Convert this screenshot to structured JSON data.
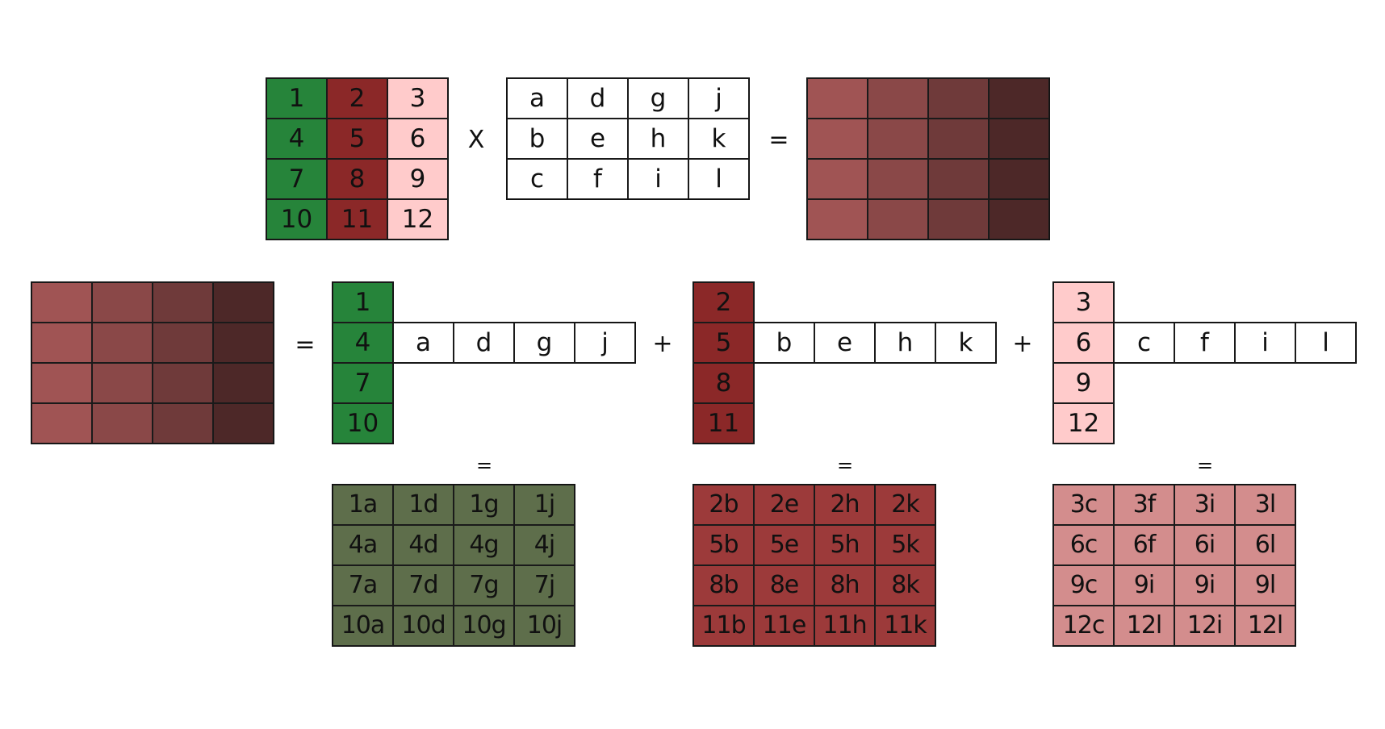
{
  "colors": {
    "green": "#26843a",
    "darkred": "#8b2828",
    "pink": "#ffcbcb",
    "white": "#ffffff",
    "olive": "#5e6e4b",
    "red_product": "#9c3a3a",
    "pink_product": "#d38d8d",
    "gradient": [
      "#a05454",
      "#8a4848",
      "#6f3a3a",
      "#4d2828"
    ]
  },
  "left_matrix": {
    "columns": [
      {
        "color": "green",
        "values": [
          "1",
          "4",
          "7",
          "10"
        ]
      },
      {
        "color": "darkred",
        "values": [
          "2",
          "5",
          "8",
          "11"
        ]
      },
      {
        "color": "pink",
        "values": [
          "3",
          "6",
          "9",
          "12"
        ]
      }
    ]
  },
  "right_matrix": {
    "rows": [
      [
        "a",
        "d",
        "g",
        "j"
      ],
      [
        "b",
        "e",
        "h",
        "k"
      ],
      [
        "c",
        "f",
        "i",
        "l"
      ]
    ]
  },
  "operators": {
    "times": "X",
    "equals": "=",
    "plus": "+"
  },
  "outer_products": [
    {
      "column": [
        "1",
        "4",
        "7",
        "10"
      ],
      "column_color": "green",
      "row": [
        "a",
        "d",
        "g",
        "j"
      ],
      "result_color": "olive",
      "result": [
        [
          "1a",
          "1d",
          "1g",
          "1j"
        ],
        [
          "4a",
          "4d",
          "4g",
          "4j"
        ],
        [
          "7a",
          "7d",
          "7g",
          "7j"
        ],
        [
          "10a",
          "10d",
          "10g",
          "10j"
        ]
      ]
    },
    {
      "column": [
        "2",
        "5",
        "8",
        "11"
      ],
      "column_color": "darkred",
      "row": [
        "b",
        "e",
        "h",
        "k"
      ],
      "result_color": "red_product",
      "result": [
        [
          "2b",
          "2e",
          "2h",
          "2k"
        ],
        [
          "5b",
          "5e",
          "5h",
          "5k"
        ],
        [
          "8b",
          "8e",
          "8h",
          "8k"
        ],
        [
          "11b",
          "11e",
          "11h",
          "11k"
        ]
      ]
    },
    {
      "column": [
        "3",
        "6",
        "9",
        "12"
      ],
      "column_color": "pink",
      "row": [
        "c",
        "f",
        "i",
        "l"
      ],
      "result_color": "pink_product",
      "result": [
        [
          "3c",
          "3f",
          "3i",
          "3l"
        ],
        [
          "6c",
          "6f",
          "6i",
          "6l"
        ],
        [
          "9c",
          "9i",
          "9i",
          "9l"
        ],
        [
          "12c",
          "12l",
          "12i",
          "12l"
        ]
      ]
    }
  ]
}
